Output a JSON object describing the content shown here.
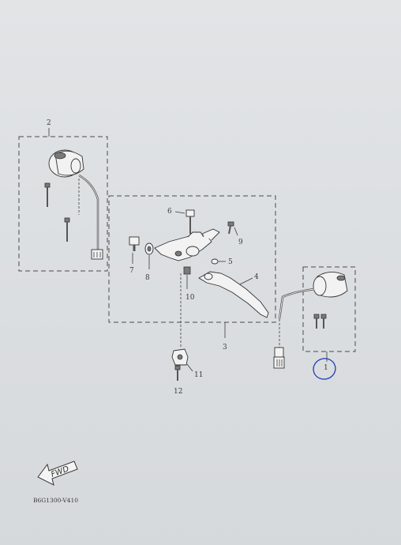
{
  "diagram": {
    "callouts": {
      "c1": "1",
      "c2": "2",
      "c3": "3",
      "c4": "4",
      "c5": "5",
      "c6": "6",
      "c7": "7",
      "c8": "8",
      "c9": "9",
      "c10": "10",
      "c11": "11",
      "c12": "12"
    },
    "direction_label": "FWD",
    "drawing_code": "B6G1300-V410"
  },
  "colors": {
    "paper": "#dcdfe1",
    "line_art": "#333333",
    "pen_circle": "#2a47b8"
  }
}
